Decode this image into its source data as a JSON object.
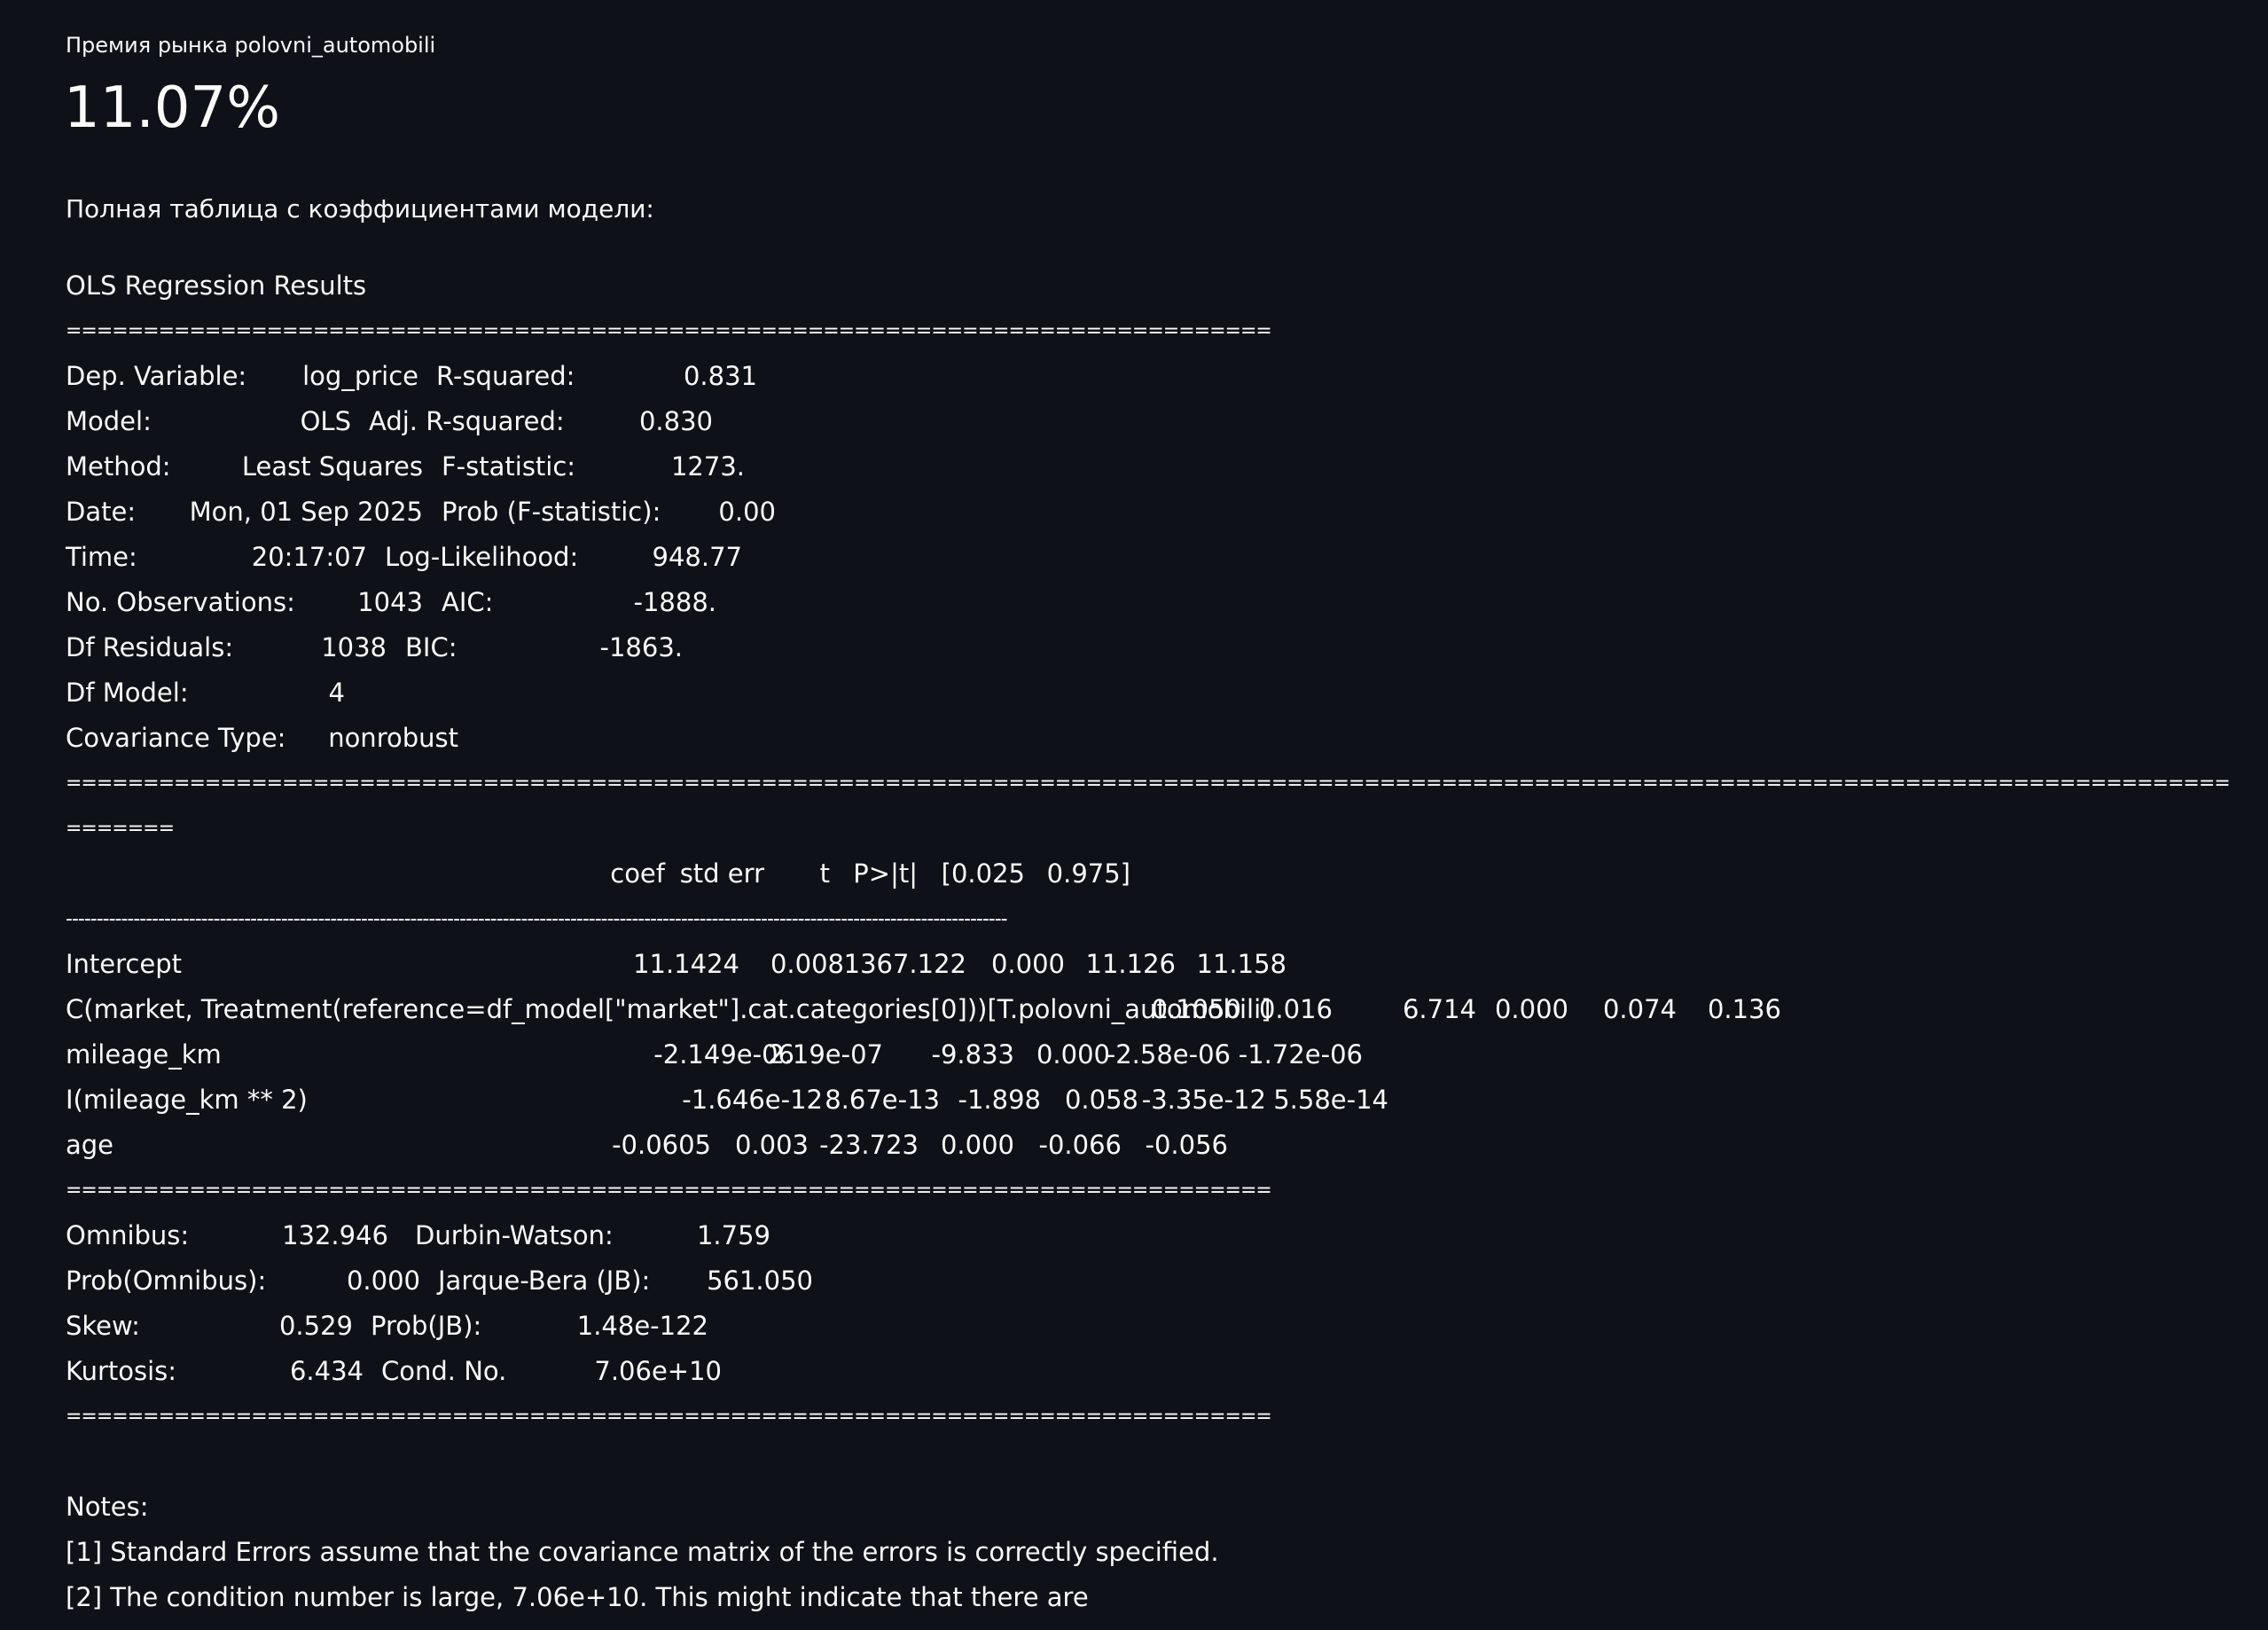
{
  "metric": {
    "label": "Премия рынка polovni_automobili",
    "value": "11.07%"
  },
  "intro": "Полная таблица с коэффициентами модели:",
  "summary": {
    "title": "OLS Regression Results",
    "rule_double_short": "==============================================================================",
    "rule_double_long": "=========================================================================================================================================================",
    "rule_double_tail": "=======",
    "rule_single_long": "---------------------------------------------------------------------------------------------------------------------------------------------------------",
    "top": [
      {
        "l1": "Dep. Variable:",
        "v1": "log_price",
        "l2": "R-squared:",
        "v2": "0.831"
      },
      {
        "l1": "Model:",
        "v1": "OLS",
        "l2": "Adj. R-squared:",
        "v2": "0.830"
      },
      {
        "l1": "Method:",
        "v1": "Least Squares",
        "l2": "F-statistic:",
        "v2": "1273."
      },
      {
        "l1": "Date:",
        "v1": "Mon, 01 Sep 2025",
        "l2": "Prob (F-statistic):",
        "v2": "0.00"
      },
      {
        "l1": "Time:",
        "v1": "20:17:07",
        "l2": "Log-Likelihood:",
        "v2": "948.77"
      },
      {
        "l1": "No. Observations:",
        "v1": "1043",
        "l2": "AIC:",
        "v2": "-1888."
      },
      {
        "l1": "Df Residuals:",
        "v1": "1038",
        "l2": "BIC:",
        "v2": "-1863."
      },
      {
        "l1": "Df Model:",
        "v1": "4"
      },
      {
        "l1": "Covariance Type:",
        "v1": "nonrobust"
      }
    ],
    "coef_header": [
      "coef",
      "std err",
      "t",
      "P>|t|",
      "[0.025",
      "0.975]"
    ],
    "coef_rows": [
      {
        "name": "Intercept",
        "vals": [
          "11.1424",
          "0.008",
          "1367.122",
          "0.000",
          "11.126",
          "11.158"
        ]
      },
      {
        "name": "C(market, Treatment(reference=df_model[\"market\"].cat.categories[0]))[T.polovni_automobili]",
        "vals": [
          "0.1050",
          "0.016",
          "6.714",
          "0.000",
          "0.074",
          "0.136"
        ]
      },
      {
        "name": "mileage_km",
        "vals": [
          "-2.149e-06",
          "2.19e-07",
          "-9.833",
          "0.000",
          "-2.58e-06",
          "-1.72e-06"
        ]
      },
      {
        "name": "I(mileage_km ** 2)",
        "vals": [
          "-1.646e-12",
          "8.67e-13",
          "-1.898",
          "0.058",
          "-3.35e-12",
          "5.58e-14"
        ]
      },
      {
        "name": "age",
        "vals": [
          "-0.0605",
          "0.003",
          "-23.723",
          "0.000",
          "-0.066",
          "-0.056"
        ]
      }
    ],
    "bottom": [
      {
        "l1": "Omnibus:",
        "v1": "132.946",
        "l2": "Durbin-Watson:",
        "v2": "1.759"
      },
      {
        "l1": "Prob(Omnibus):",
        "v1": "0.000",
        "l2": "Jarque-Bera (JB):",
        "v2": "561.050"
      },
      {
        "l1": "Skew:",
        "v1": "0.529",
        "l2": "Prob(JB):",
        "v2": "1.48e-122"
      },
      {
        "l1": "Kurtosis:",
        "v1": "6.434",
        "l2": "Cond. No.",
        "v2": "7.06e+10"
      }
    ],
    "notes_title": "Notes:",
    "notes": [
      "[1] Standard Errors assume that the covariance matrix of the errors is correctly specified.",
      "[2] The condition number is large, 7.06e+10. This might indicate that there are"
    ]
  }
}
